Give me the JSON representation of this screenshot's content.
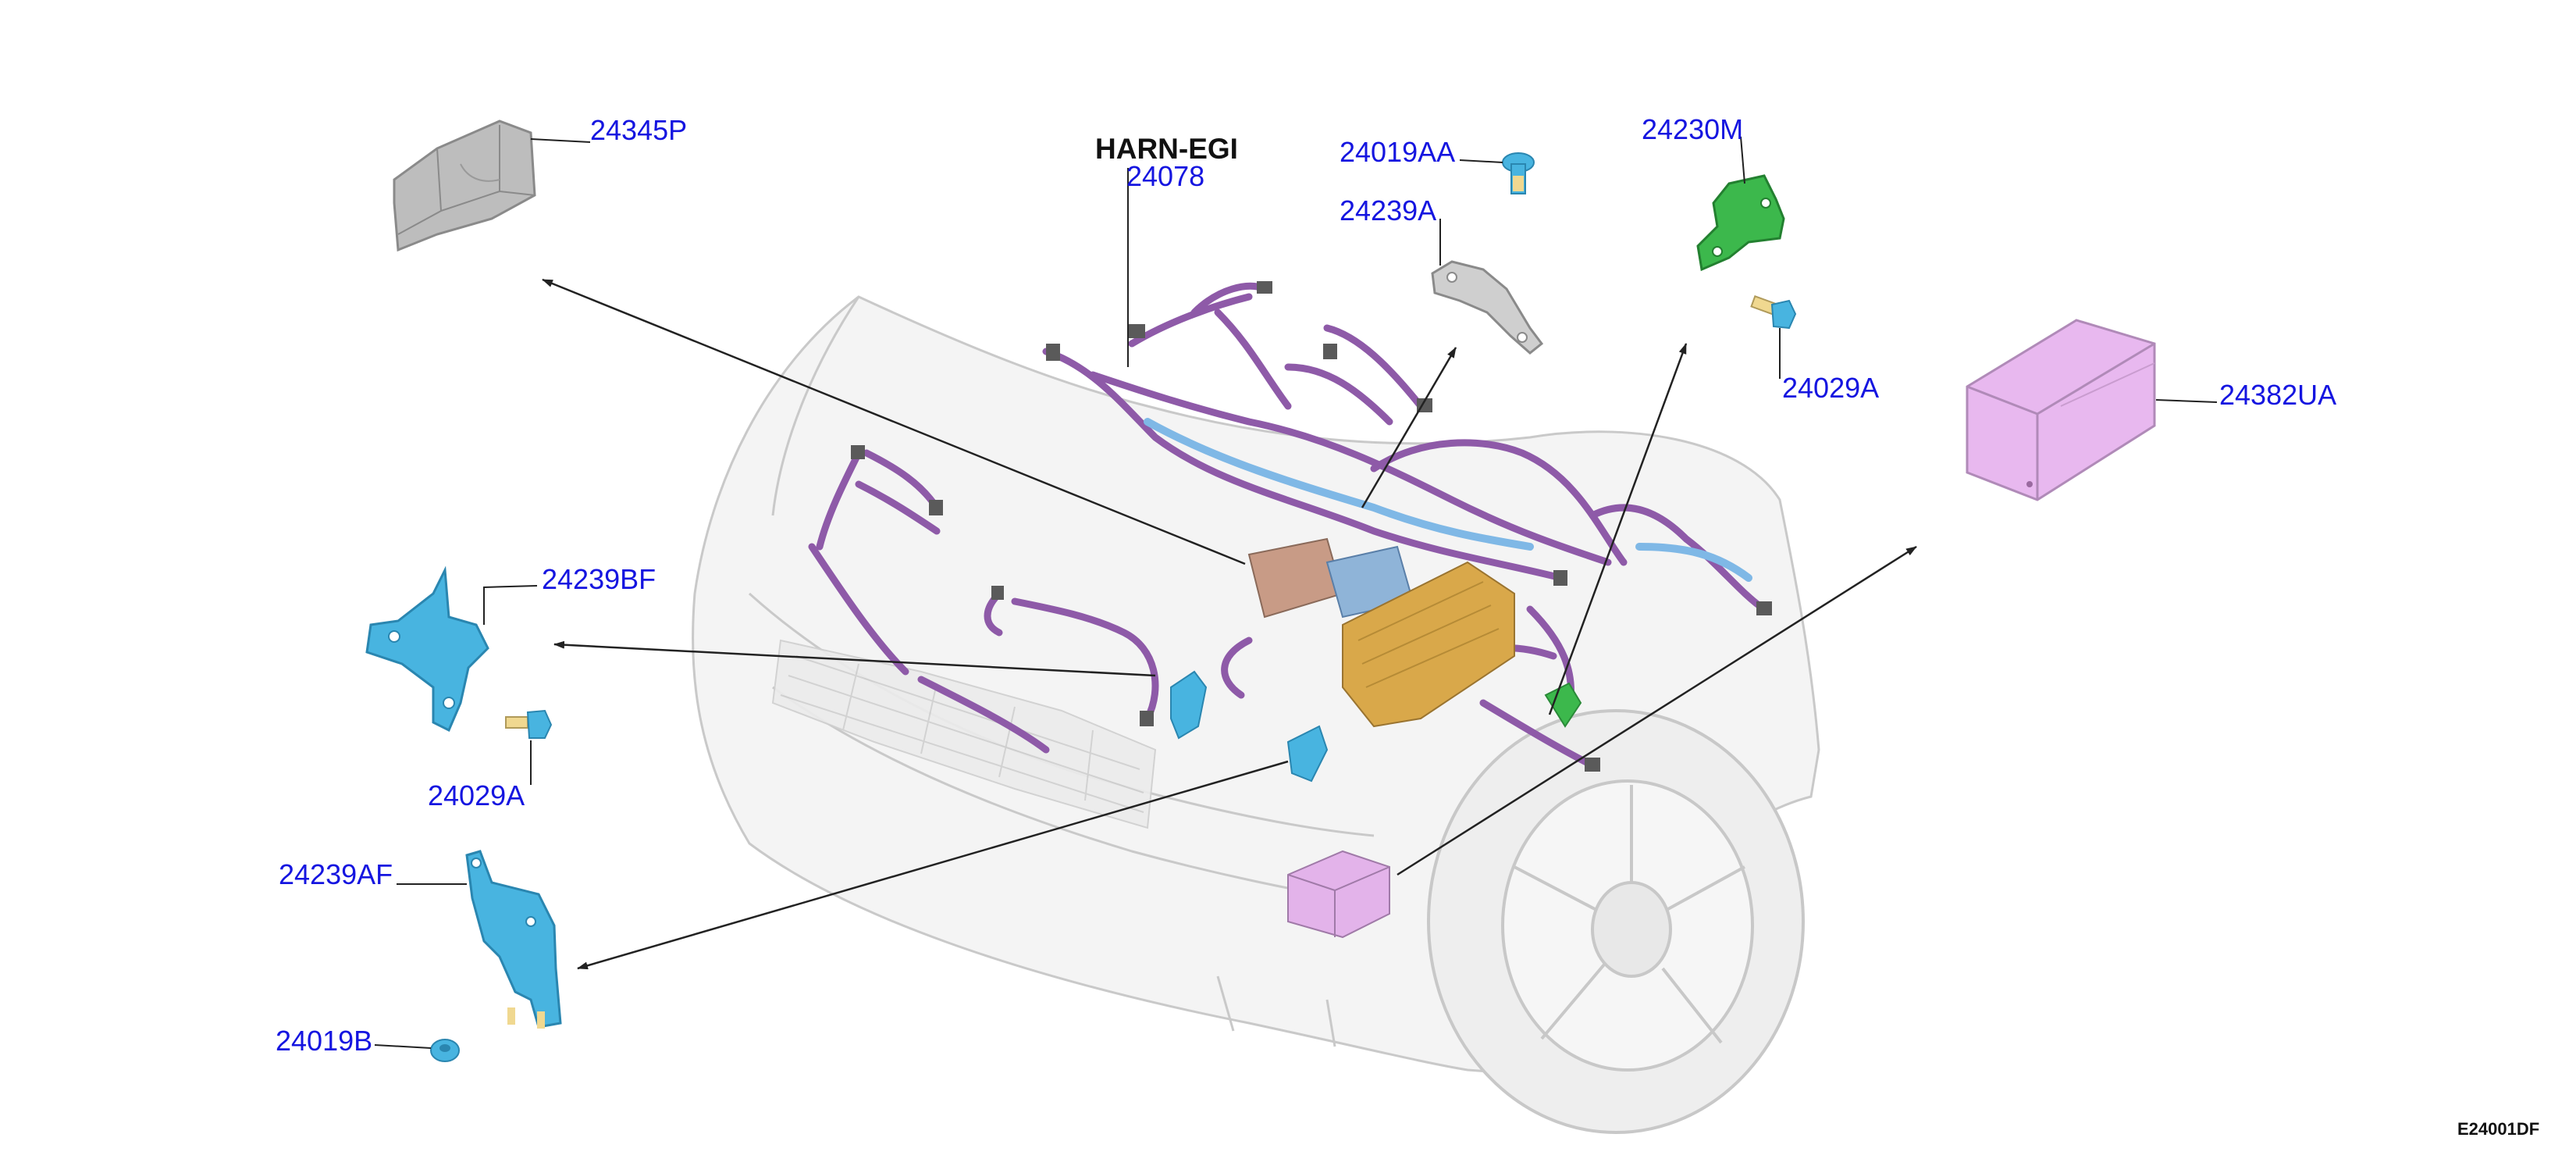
{
  "diagram": {
    "title": "HARN-EGI",
    "code": "E24001DF",
    "colors": {
      "callout_text": "#1515e0",
      "leader_line": "#222222",
      "harness": "#8e5aa8",
      "bracket_blue": "#48b4e0",
      "bracket_green": "#3cb84c",
      "fuse_box_pink": "#e3b3ea",
      "cover_gray": "#a8a8a8",
      "relay_block_orange": "#d9a84a",
      "car_body": "#d6d6d6"
    },
    "callouts": [
      {
        "id": "24345P",
        "label": "24345P"
      },
      {
        "id": "24078",
        "label": "24078"
      },
      {
        "id": "24019AA",
        "label": "24019AA"
      },
      {
        "id": "24239A",
        "label": "24239A"
      },
      {
        "id": "24230M",
        "label": "24230M"
      },
      {
        "id": "24029A-right",
        "label": "24029A"
      },
      {
        "id": "24382UA",
        "label": "24382UA"
      },
      {
        "id": "24239BF",
        "label": "24239BF"
      },
      {
        "id": "24029A-left",
        "label": "24029A"
      },
      {
        "id": "24239AF",
        "label": "24239AF"
      },
      {
        "id": "24019B",
        "label": "24019B"
      }
    ]
  }
}
